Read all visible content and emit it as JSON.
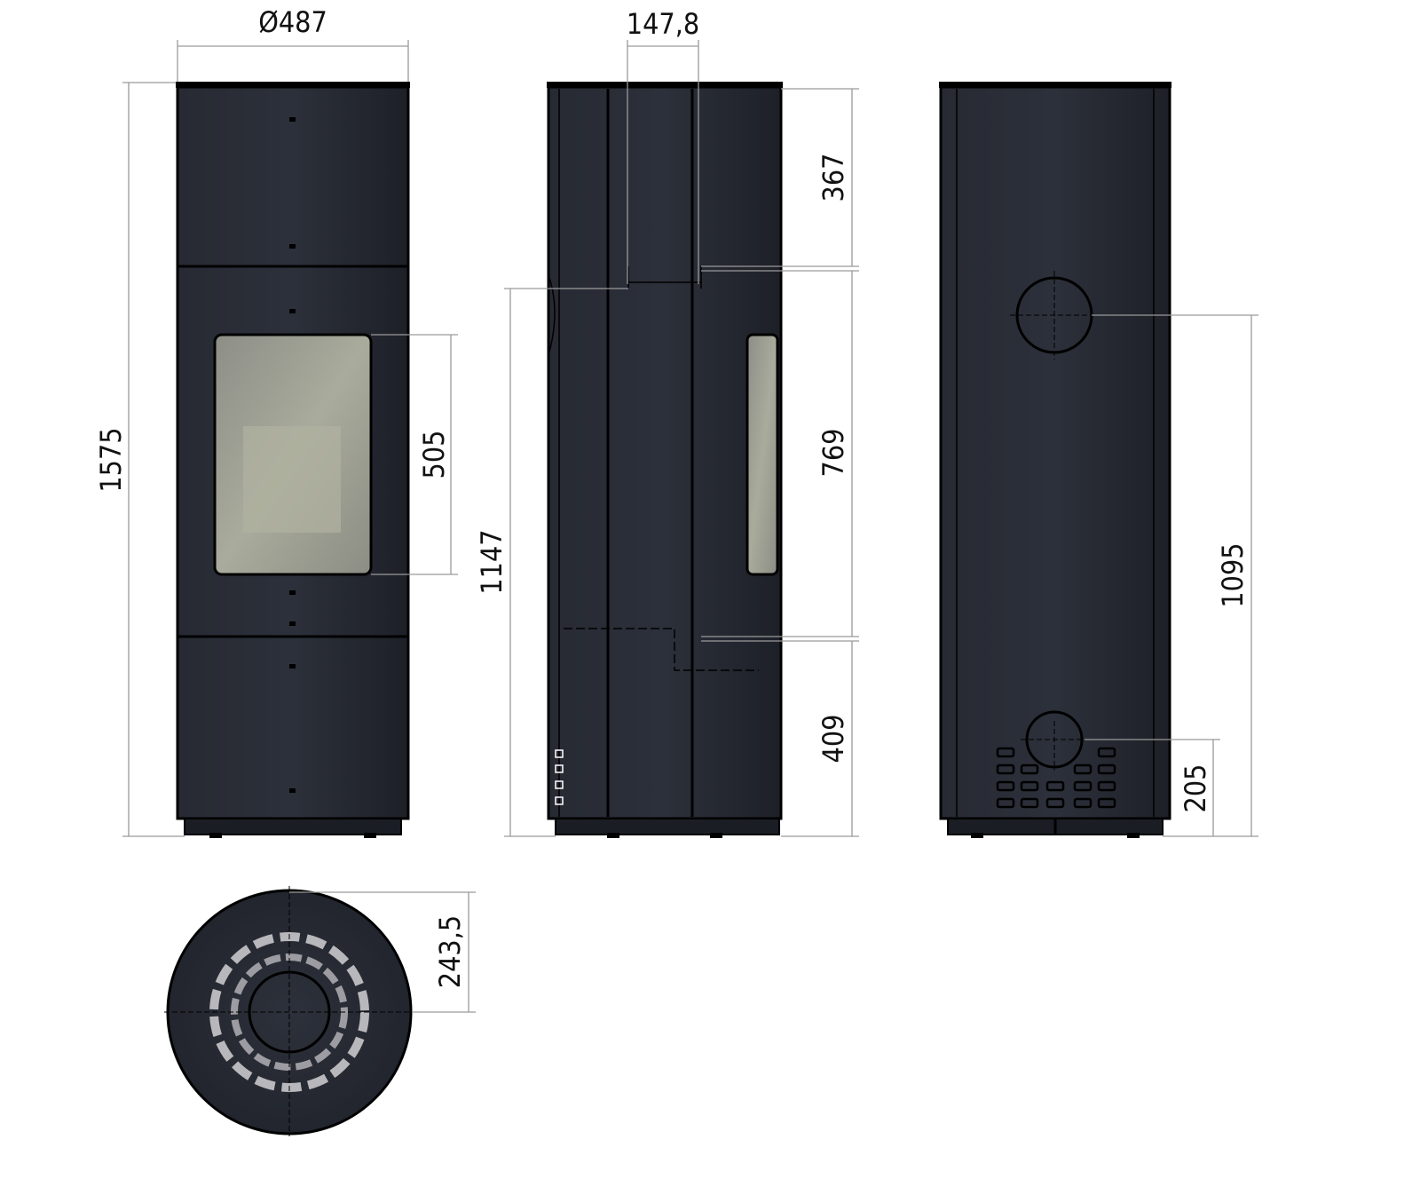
{
  "title": "Stove dimension drawing",
  "colors": {
    "body": "#2a2e38",
    "glass": "#9a9c90",
    "dimension_line": "#9a9a9a"
  },
  "front_view": {
    "width_label": "Ø487",
    "height_label": "1575",
    "glass_label": "505"
  },
  "side_view": {
    "flue_offset_label": "147,8",
    "top_section_label": "367",
    "middle_section_label": "769",
    "bottom_section_label": "409",
    "inlet_height_label": "1147"
  },
  "back_view": {
    "upper_outlet_label": "1095",
    "lower_outlet_label": "205"
  },
  "top_view": {
    "offset_label": "243,5"
  }
}
